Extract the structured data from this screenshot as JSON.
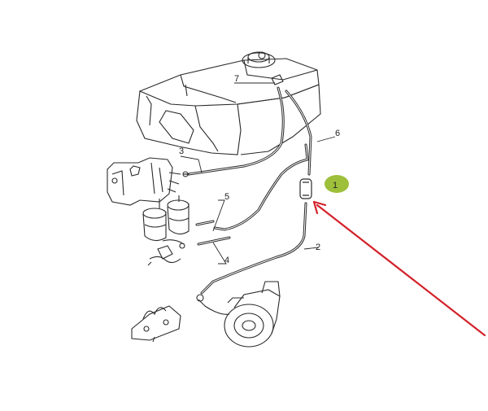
{
  "diagram": {
    "callouts": [
      {
        "id": "1",
        "text": "1",
        "highlighted": true
      },
      {
        "id": "2",
        "text": "2"
      },
      {
        "id": "3",
        "text": "3"
      },
      {
        "id": "4",
        "text": "4"
      },
      {
        "id": "5",
        "text": "5"
      },
      {
        "id": "6",
        "text": "6"
      },
      {
        "id": "7",
        "text": "7"
      }
    ],
    "colors": {
      "line": "#2a2a2a",
      "highlight": "#9dbf3a",
      "arrow": "#d3212a"
    }
  }
}
